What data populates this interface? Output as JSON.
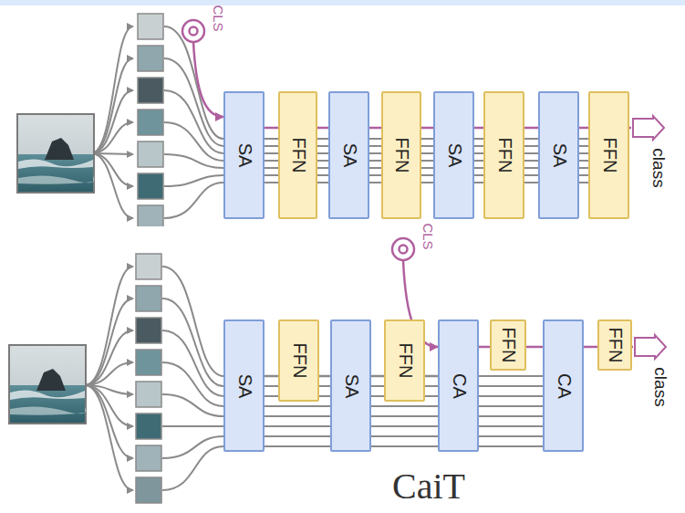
{
  "diagram": {
    "nodes": [
      {
        "text": [
          "CLS"
        ]
      },
      {
        "text": [
          "SA"
        ]
      },
      {
        "text": [
          "FFN"
        ]
      },
      {
        "text": [
          "SA"
        ]
      },
      {
        "text": [
          "FFN"
        ]
      },
      {
        "text": [
          "SA"
        ]
      },
      {
        "text": [
          "FFN"
        ]
      },
      {
        "text": [
          "SA"
        ]
      },
      {
        "text": [
          "FFN"
        ]
      },
      {
        "text": [
          "class"
        ]
      },
      {
        "text": [
          "CLS"
        ]
      },
      {
        "text": [
          "SA"
        ]
      },
      {
        "text": [
          "FFN"
        ]
      },
      {
        "text": [
          "SA"
        ]
      },
      {
        "text": [
          "FFN"
        ]
      },
      {
        "text": [
          "CA"
        ]
      },
      {
        "text": [
          "FFN"
        ]
      },
      {
        "text": [
          "CA"
        ]
      },
      {
        "text": [
          "FFN"
        ]
      },
      {
        "text": [
          "class"
        ]
      }
    ],
    "edges": [
      {
        "from": 0,
        "to": 1,
        "arrow": "to"
      },
      {
        "from": 1,
        "to": 2,
        "arrow": "none"
      },
      {
        "from": 2,
        "to": 3,
        "arrow": "none"
      },
      {
        "from": 3,
        "to": 4,
        "arrow": "none"
      },
      {
        "from": 4,
        "to": 5,
        "arrow": "none"
      },
      {
        "from": 5,
        "to": 6,
        "arrow": "none"
      },
      {
        "from": 6,
        "to": 7,
        "arrow": "none"
      },
      {
        "from": 7,
        "to": 8,
        "arrow": "none"
      },
      {
        "from": 8,
        "to": 9,
        "arrow": "none"
      },
      {
        "from": 10,
        "to": 15,
        "arrow": "to"
      },
      {
        "from": 11,
        "to": 12,
        "arrow": "none"
      },
      {
        "from": 12,
        "to": 13,
        "arrow": "none"
      },
      {
        "from": 13,
        "to": 14,
        "arrow": "none"
      },
      {
        "from": 14,
        "to": 15,
        "arrow": "none"
      },
      {
        "from": 15,
        "to": 16,
        "arrow": "none"
      },
      {
        "from": 16,
        "to": 17,
        "arrow": "none"
      },
      {
        "from": 17,
        "to": 18,
        "arrow": "none"
      },
      {
        "from": 18,
        "to": 19,
        "arrow": "none"
      }
    ],
    "labels": [
      "CaiT"
    ]
  }
}
